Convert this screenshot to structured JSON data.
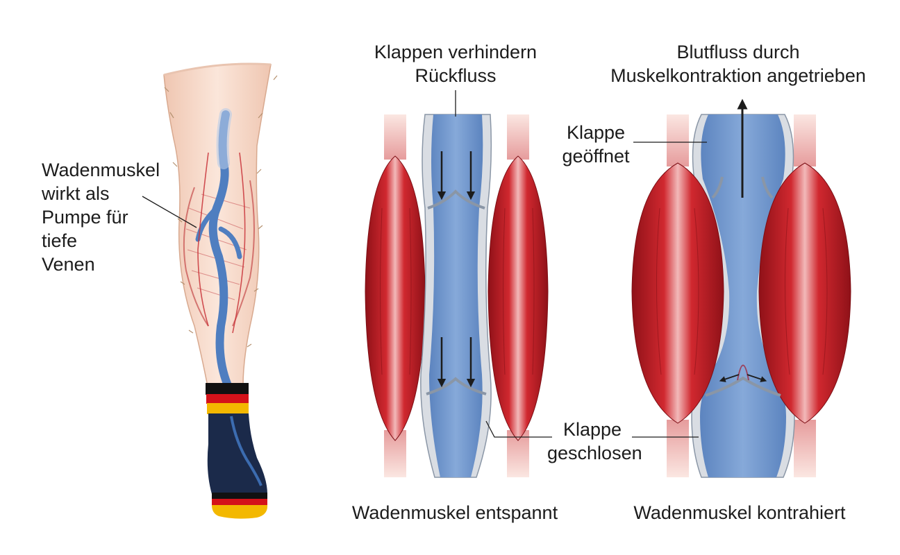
{
  "labels": {
    "calf_pump": [
      "Wadenmuskel",
      "wirkt als",
      "Pumpe für",
      "tiefe",
      "Venen"
    ],
    "valves_prevent": [
      "Klappen verhindern",
      "Rückfluss"
    ],
    "bloodflow": [
      "Blutfluss durch",
      "Muskelkontraktion angetrieben"
    ],
    "valve_open": [
      "Klappe",
      "geöffnet"
    ],
    "valve_closed": [
      "Klappe",
      "geschlosen"
    ],
    "relaxed_caption": "Wadenmuskel entspannt",
    "contracted_caption": "Wadenmuskel kontrahiert"
  },
  "colors": {
    "muscle": "#c8242d",
    "muscle_dark": "#8f1118",
    "vein_blue": "#6e95cc",
    "vein_wall": "#d9dde3",
    "skin": "#f6d9c8",
    "sock_navy": "#1b2a4a",
    "flag_black": "#111111",
    "flag_red": "#d4121a",
    "flag_gold": "#f3b800"
  }
}
